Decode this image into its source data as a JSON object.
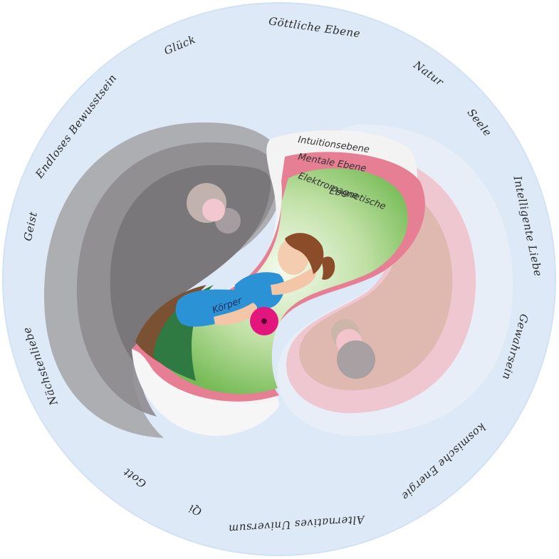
{
  "ring_labels": [
    "Göttliche Ebene",
    "Natur",
    "Seele",
    "Intelligente Liebe",
    "Gewahrsein",
    "kosmische Energie",
    "Alternatives Universum",
    "Qi",
    "Gott",
    "Nächstenliebe",
    "Geist",
    "Endloses Bewusstsein",
    "Glück"
  ],
  "layers": {
    "intuition": "Intuitionsebene",
    "mental": "Mentale Ebene",
    "electromagnetic_line1": "Elektromagnetische",
    "electromagnetic_line2": "Ebene",
    "body": "Körper"
  },
  "colors": {
    "outer_ring": "#dde9f6",
    "gray_yin": "#7d7b7d",
    "rose_yang": "#e9b4bf",
    "pink": "#e67f93",
    "green": "#7fbf5f",
    "dark_green": "#2e7a42",
    "brown": "#7a5132",
    "magenta_dot": "#e3167e",
    "shirt_blue": "#2b92d6"
  }
}
